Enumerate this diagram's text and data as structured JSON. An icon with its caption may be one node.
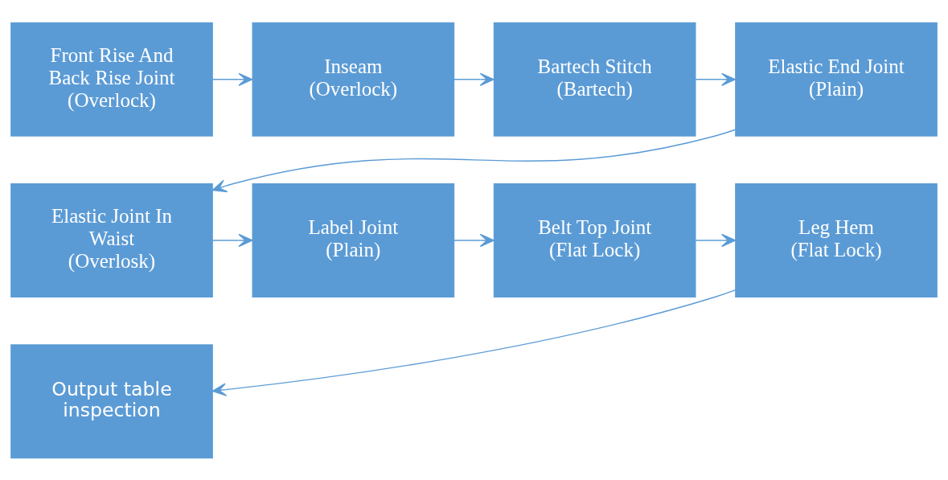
{
  "diagram": {
    "nodes": [
      {
        "text": [
          "Front Rise And Back Rise Joint",
          "(Overlock)"
        ]
      },
      {
        "text": [
          "Inseam",
          "(Overlock)"
        ]
      },
      {
        "text": [
          "Bartech Stitch",
          "(Bartech)"
        ]
      },
      {
        "text": [
          "Elastic End Joint",
          "(Plain)"
        ]
      },
      {
        "text": [
          "Elastic Joint In Waist",
          "(Overlosk)"
        ]
      },
      {
        "text": [
          "Label Joint",
          "(Plain)"
        ]
      },
      {
        "text": [
          "Belt Top Joint",
          "(Flat Lock)"
        ]
      },
      {
        "text": [
          "Leg Hem",
          "(Flat Lock)"
        ]
      },
      {
        "text": [
          "Output table inspection"
        ]
      }
    ],
    "edges": [
      {
        "from": 0,
        "to": 1,
        "arrow": "to"
      },
      {
        "from": 1,
        "to": 2,
        "arrow": "to"
      },
      {
        "from": 2,
        "to": 3,
        "arrow": "to"
      },
      {
        "from": 3,
        "to": 4,
        "arrow": "to"
      },
      {
        "from": 4,
        "to": 5,
        "arrow": "to"
      },
      {
        "from": 5,
        "to": 6,
        "arrow": "to"
      },
      {
        "from": 6,
        "to": 7,
        "arrow": "to"
      },
      {
        "from": 7,
        "to": 8,
        "arrow": "to"
      }
    ]
  }
}
